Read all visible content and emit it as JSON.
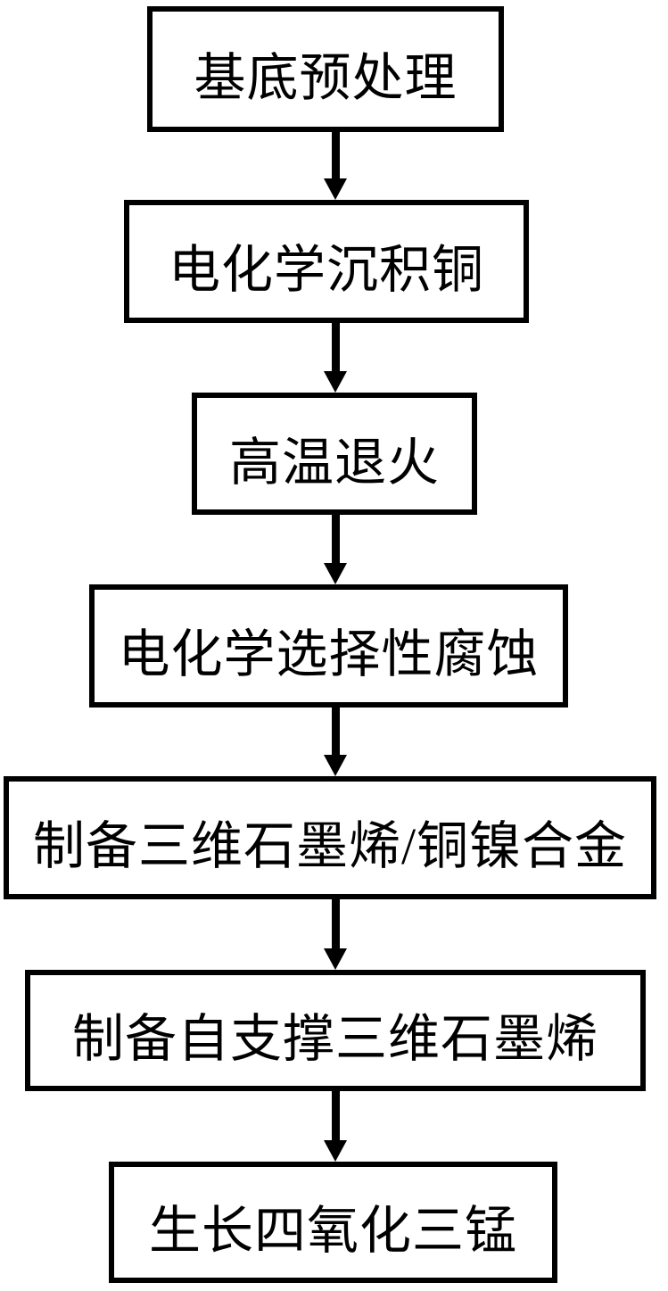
{
  "diagram": {
    "type": "flowchart",
    "direction": "top-to-bottom",
    "connector_icon": "arrow-down",
    "colors": {
      "line": "#000000",
      "background": "#ffffff"
    },
    "steps": [
      {
        "order": 1,
        "label": "基底预处理"
      },
      {
        "order": 2,
        "label": "电化学沉积铜"
      },
      {
        "order": 3,
        "label": "高温退火"
      },
      {
        "order": 4,
        "label": "电化学选择性腐蚀"
      },
      {
        "order": 5,
        "label": "制备三维石墨烯/铜镍合金"
      },
      {
        "order": 6,
        "label": "制备自支撑三维石墨烯"
      },
      {
        "order": 7,
        "label": "生长四氧化三锰"
      }
    ]
  }
}
